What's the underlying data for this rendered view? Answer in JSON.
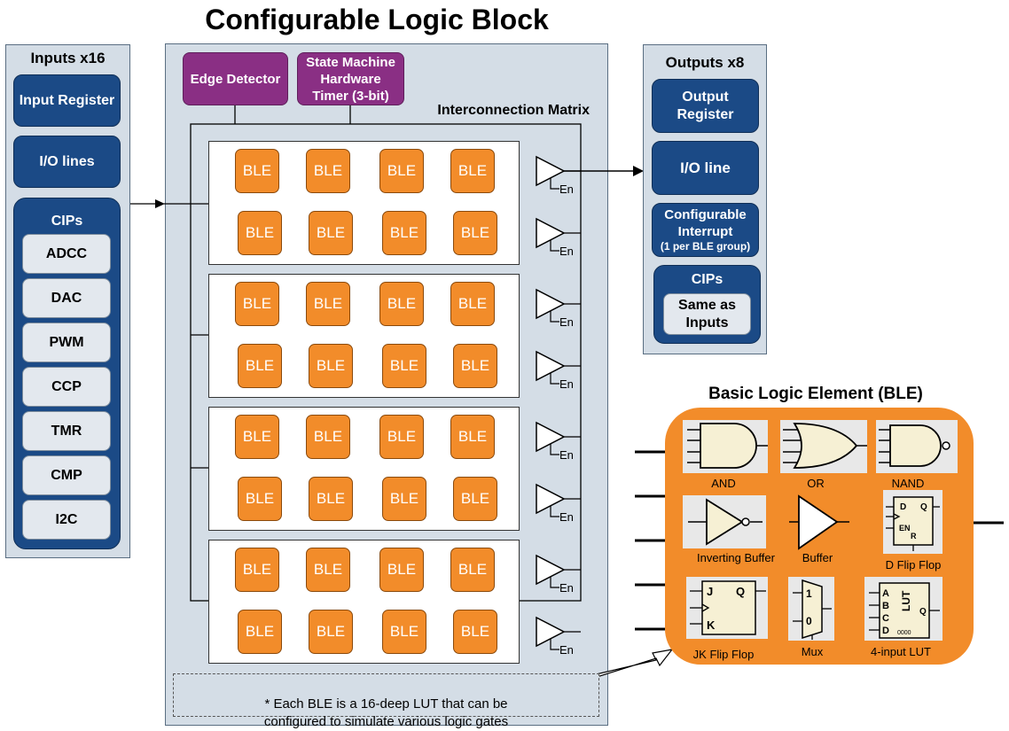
{
  "title": "Configurable Logic Block",
  "inputs": {
    "title": "Inputs x16",
    "input_register": "Input Register",
    "io_lines": "I/O lines",
    "cips_title": "CIPs",
    "cips": [
      "ADCC",
      "DAC",
      "PWM",
      "CCP",
      "TMR",
      "CMP",
      "I2C"
    ]
  },
  "clb": {
    "edge_detector": "Edge Detector",
    "state_machine": "State Machine\nHardware\nTimer (3-bit)",
    "interconnect": "Interconnection Matrix",
    "ble_label": "BLE",
    "en_label": "En",
    "note": "* Each BLE is a 16-deep LUT that can be\nconfigured to simulate various logic gates"
  },
  "outputs": {
    "title": "Outputs x8",
    "output_register": "Output\nRegister",
    "io_line": "I/O line",
    "interrupt": "Configurable\nInterrupt",
    "interrupt_sub": "(1 per BLE group)",
    "cips_title": "CIPs",
    "cips_same": "Same as\nInputs"
  },
  "ble_element": {
    "title": "Basic Logic Element (BLE)",
    "gates": {
      "and": "AND",
      "or": "OR",
      "nand": "NAND",
      "inverting_buffer": "Inverting Buffer",
      "buffer": "Buffer",
      "d_flip_flop": "D Flip Flop",
      "jk_flip_flop": "JK Flip Flop",
      "mux": "Mux",
      "lut4": "4-input LUT"
    },
    "symbol_text": {
      "d": "D",
      "q": "Q",
      "en": "EN",
      "r": "R",
      "j": "J",
      "k": "K",
      "mux_1": "1",
      "mux_0": "0",
      "lut": "LUT",
      "a": "A",
      "b": "B",
      "c": "C",
      "lut_d": "D",
      "lut_bits": "0000"
    }
  },
  "colors": {
    "panel": "#d4dde6",
    "navy": "#1b4a86",
    "purple": "#8a2f84",
    "orange": "#f28c2a"
  }
}
